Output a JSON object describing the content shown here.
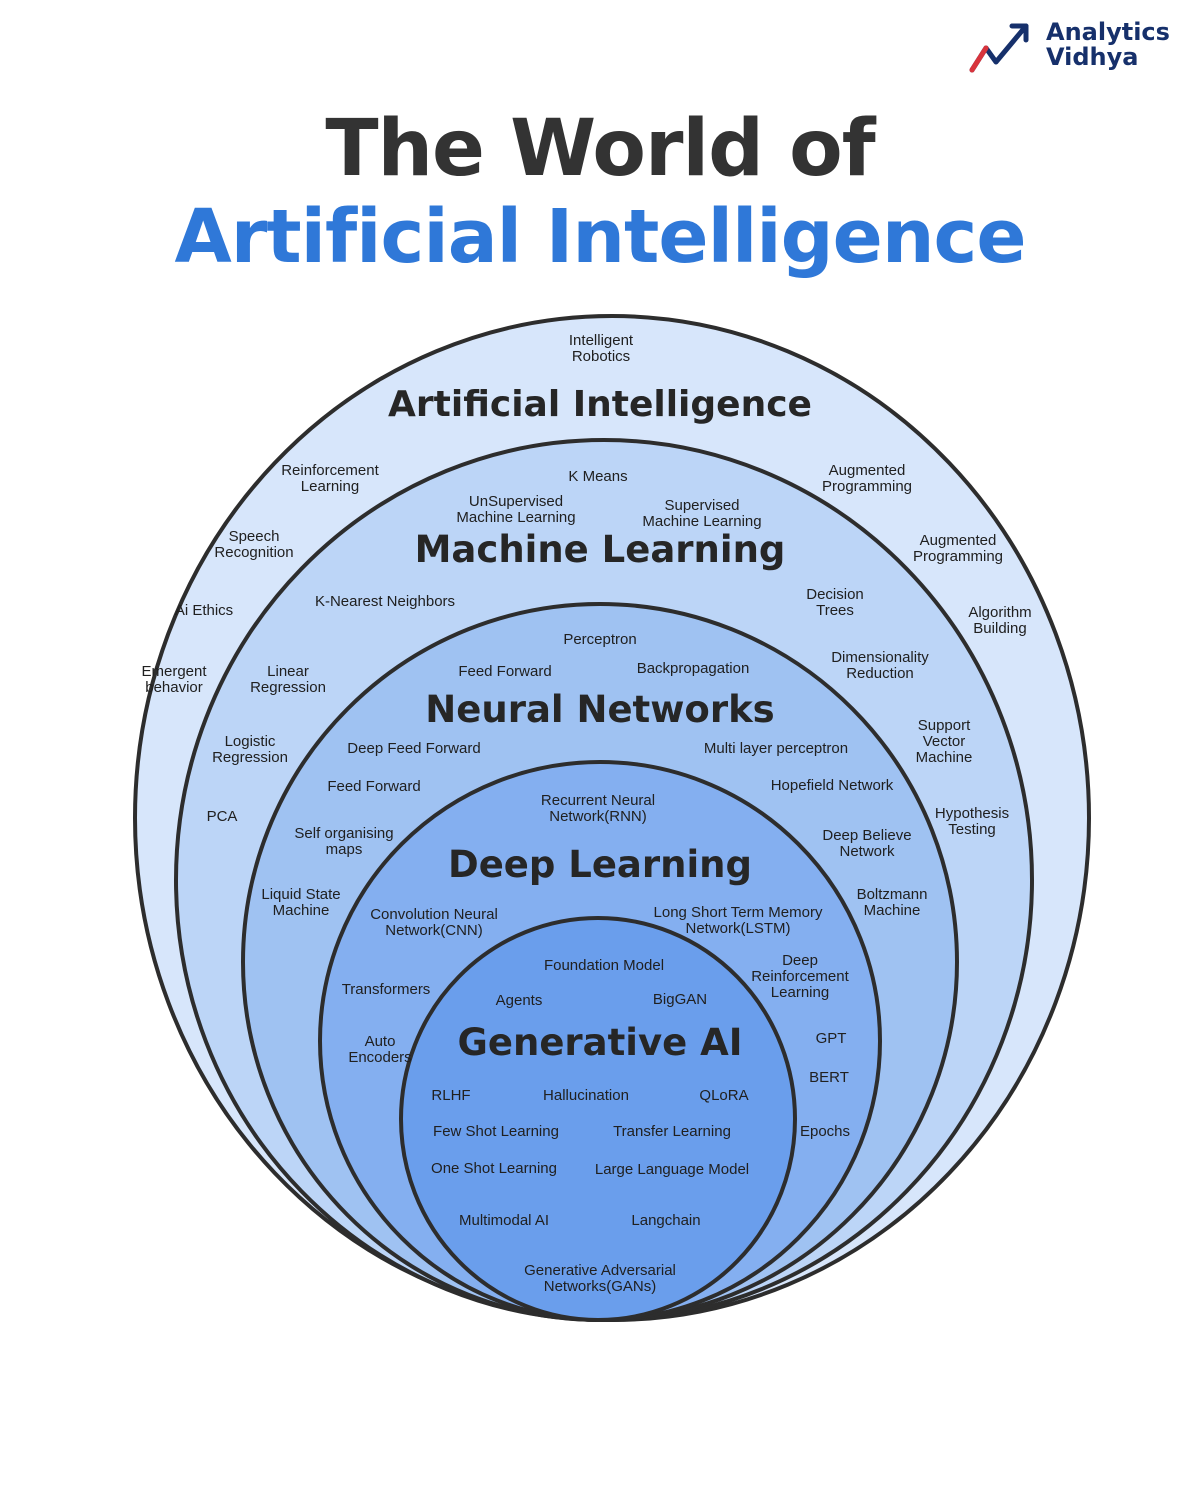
{
  "brand": {
    "line1": "Analytics",
    "line2": "Vidhya",
    "logo_icon": "trend-arrow-icon"
  },
  "title": {
    "line1": "The World of",
    "line2": "Artificial Intelligence"
  },
  "colors": {
    "title_dark": "#333333",
    "title_accent": "#2f78d8",
    "ring_ai": "#d7e6fb",
    "ring_ml": "#bcd5f7",
    "ring_nn": "#9fc2f2",
    "ring_dl": "#84aff0",
    "ring_genai": "#6a9eec",
    "outline": "#2d2d2d"
  },
  "layers": {
    "ai": {
      "heading": "Artificial Intelligence",
      "items": [
        "Intelligent\nRobotics",
        "Reinforcement\nLearning",
        "Speech\nRecognition",
        "Ai Ethics",
        "Emergent\nbehavior",
        "Augmented\nProgramming",
        "Augmented\nProgramming",
        "Algorithm\nBuilding",
        "Hypothesis\nTesting"
      ]
    },
    "ml": {
      "heading": "Machine Learning",
      "items": [
        "K Means",
        "UnSupervised\nMachine Learning",
        "Supervised\nMachine Learning",
        "K-Nearest Neighbors",
        "Decision\nTrees",
        "Linear\nRegression",
        "Dimensionality\nReduction",
        "Logistic\nRegression",
        "Support\nVector\nMachine",
        "PCA"
      ]
    },
    "nn": {
      "heading": "Neural Networks",
      "items": [
        "Perceptron",
        "Feed Forward",
        "Backpropagation",
        "Deep Feed Forward",
        "Multi layer perceptron",
        "Feed Forward",
        "Hopefield Network",
        "Self organising\nmaps",
        "Deep Believe\nNetwork",
        "Liquid State\nMachine",
        "Boltzmann\nMachine"
      ]
    },
    "dl": {
      "heading": "Deep Learning",
      "items": [
        "Recurrent Neural\nNetwork(RNN)",
        "Convolution Neural\nNetwork(CNN)",
        "Long Short Term Memory\nNetwork(LSTM)",
        "Deep\nReinforcement\nLearning",
        "Transformers",
        "Auto\nEncoders",
        "GPT",
        "BERT",
        "Epochs"
      ]
    },
    "genai": {
      "heading": "Generative AI",
      "items": [
        "Foundation Model",
        "Agents",
        "BigGAN",
        "RLHF",
        "Hallucination",
        "QLoRA",
        "Few Shot Learning",
        "Transfer Learning",
        "One Shot Learning",
        "Large Language Model",
        "Multimodal AI",
        "Langchain",
        "Generative Adversarial\nNetworks(GANs)"
      ]
    }
  }
}
